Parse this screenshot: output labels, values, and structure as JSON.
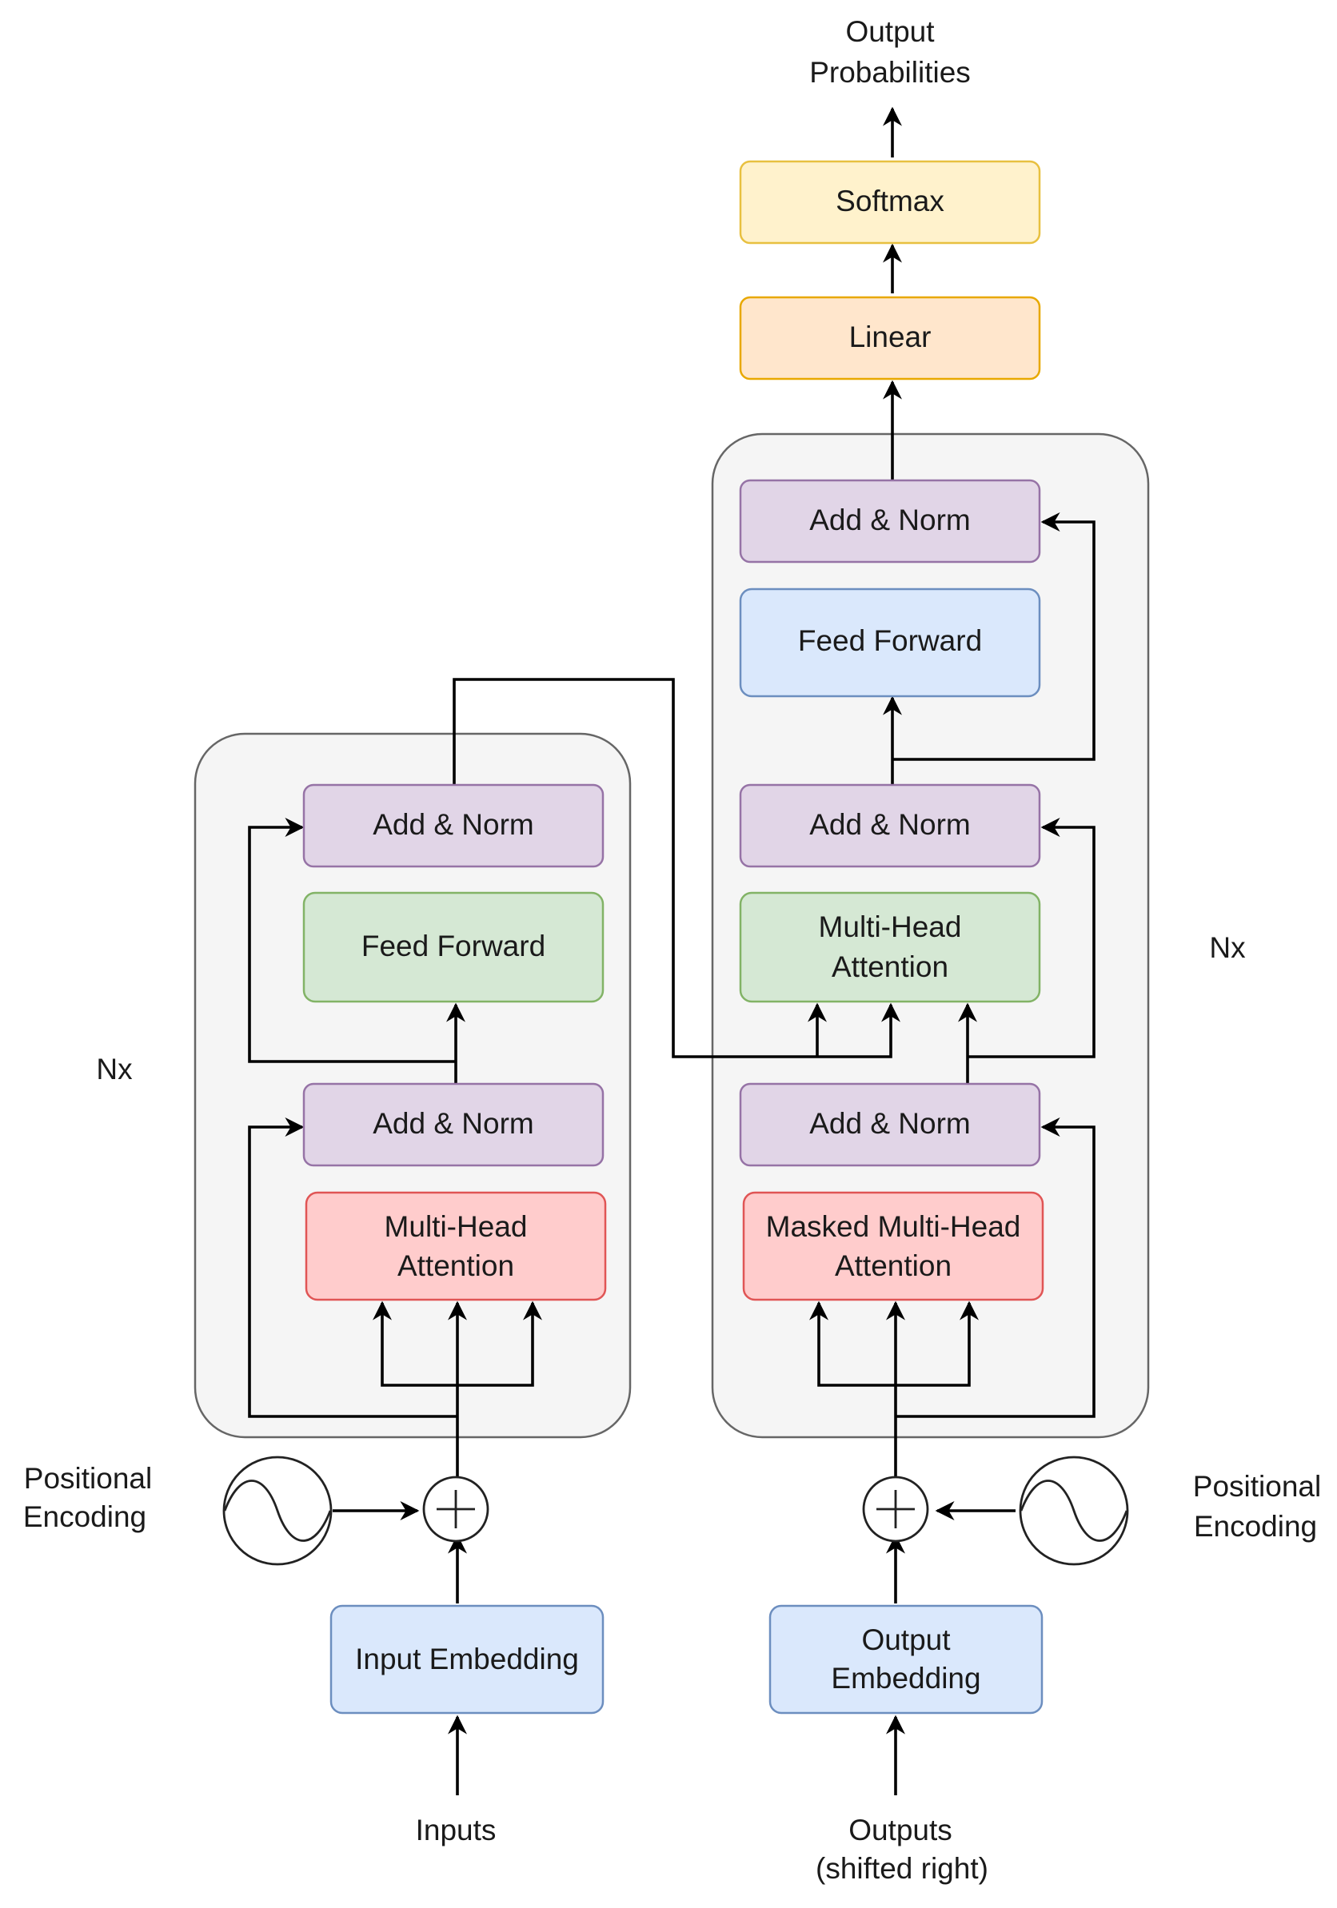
{
  "diagram": {
    "top_label": [
      "Output",
      "Probabilities"
    ],
    "softmax": "Softmax",
    "linear": "Linear",
    "encoder": {
      "repeat": "Nx",
      "add_norm_top": "Add & Norm",
      "feed_forward": "Feed Forward",
      "add_norm_bottom": "Add & Norm",
      "attention": [
        "Multi-Head",
        "Attention"
      ],
      "input_embedding": "Input Embedding",
      "positional_encoding": [
        "Positional",
        "Encoding"
      ],
      "inputs": "Inputs"
    },
    "decoder": {
      "repeat": "Nx",
      "add_norm_top": "Add & Norm",
      "feed_forward": "Feed Forward",
      "add_norm_middle": "Add & Norm",
      "cross_attention": [
        "Multi-Head",
        "Attention"
      ],
      "add_norm_bottom": "Add & Norm",
      "masked_attention": [
        "Masked Multi-Head",
        "Attention"
      ],
      "output_embedding": [
        "Output",
        "Embedding"
      ],
      "positional_encoding": [
        "Positional",
        "Encoding"
      ],
      "outputs": [
        "Outputs",
        "(shifted right)"
      ]
    }
  },
  "colors": {
    "block_fill": "#f5f5f5",
    "block_stroke": "#666666",
    "add_norm_fill": "#e1d5e7",
    "add_norm_stroke": "#9673a6",
    "feed_forward_enc_fill": "#d5e8d4",
    "feed_forward_enc_stroke": "#82b366",
    "attention_fill": "#ffcccc",
    "attention_stroke": "#e05555",
    "blue_fill": "#dae8fc",
    "blue_stroke": "#6c8ebf",
    "linear_fill": "#ffe6cc",
    "linear_stroke": "#e8a800",
    "softmax_fill": "#fff2cc",
    "softmax_stroke": "#e8c040"
  }
}
